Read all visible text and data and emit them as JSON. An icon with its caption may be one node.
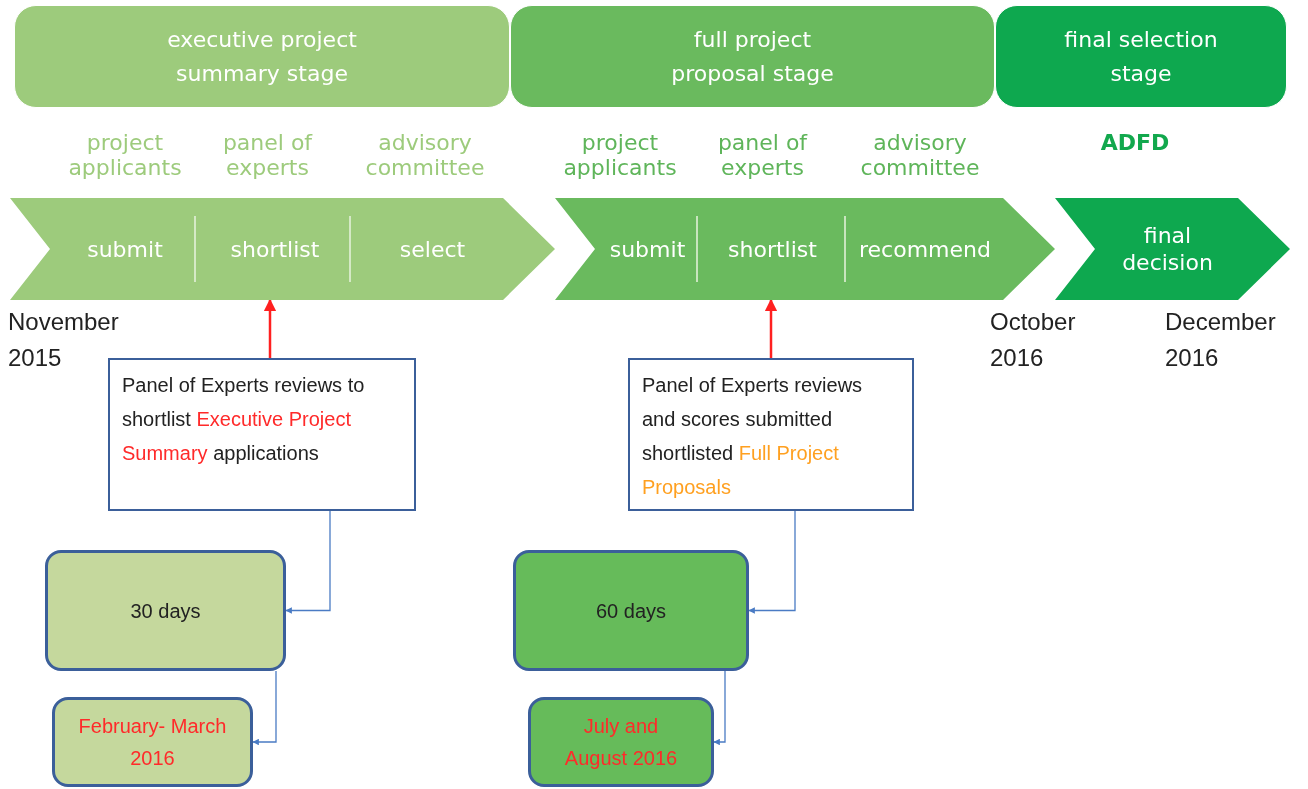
{
  "diagram": {
    "nodes": [
      {
        "text": [
          "executive project summary stage"
        ]
      },
      {
        "text": [
          "full project proposal stage"
        ]
      },
      {
        "text": [
          "final selection stage"
        ]
      },
      {
        "text": [
          "submit",
          "shortlist",
          "select"
        ]
      },
      {
        "text": [
          "submit",
          "shortlist",
          "recommend"
        ]
      },
      {
        "text": [
          "final decision"
        ]
      },
      {
        "text": [
          "Panel of Experts reviews to shortlist",
          "Executive Project Summary",
          "applications"
        ]
      },
      {
        "text": [
          "Panel of Experts reviews and scores submitted shortlisted",
          "Full Project Proposals"
        ]
      },
      {
        "text": [
          "30 days"
        ]
      },
      {
        "text": [
          "February- March 2016"
        ]
      },
      {
        "text": [
          "60 days"
        ]
      },
      {
        "text": [
          "July and August 2016"
        ]
      }
    ],
    "edges": [
      {
        "from": 6,
        "to": 3,
        "arrow": "to",
        "color": "#ff2020"
      },
      {
        "from": 7,
        "to": 4,
        "arrow": "to",
        "color": "#ff2020"
      },
      {
        "from": 6,
        "to": 8,
        "arrow": "to"
      },
      {
        "from": 8,
        "to": 9,
        "arrow": "to"
      },
      {
        "from": 7,
        "to": 10,
        "arrow": "to"
      },
      {
        "from": 10,
        "to": 11,
        "arrow": "to"
      }
    ],
    "labels": [
      "project applicants",
      "panel of experts",
      "advisory committee",
      "project applicants",
      "panel of experts",
      "advisory committee",
      "ADFD",
      "November 2015",
      "October 2016",
      "December 2016"
    ]
  }
}
